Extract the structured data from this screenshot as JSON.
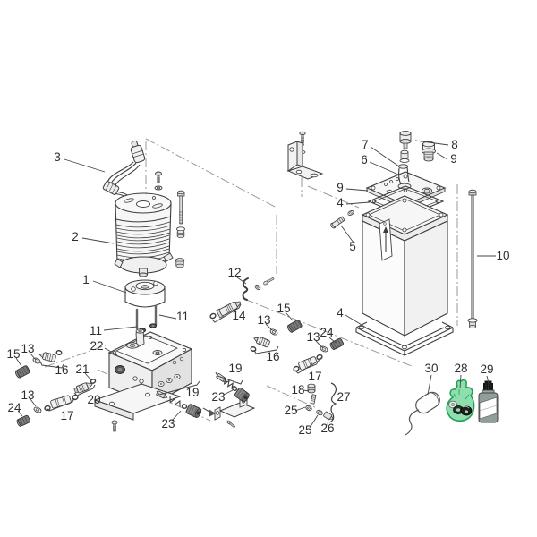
{
  "figure": {
    "kind": "exploded-parts-diagram"
  },
  "callouts": [
    "3",
    "2",
    "1",
    "11",
    "11",
    "22",
    "12",
    "14",
    "13",
    "15",
    "16",
    "15",
    "13",
    "16",
    "21",
    "20",
    "13",
    "24",
    "17",
    "19",
    "23",
    "19",
    "23",
    "13",
    "24",
    "17",
    "18",
    "27",
    "25",
    "25",
    "26",
    "4",
    "7",
    "8",
    "6",
    "9",
    "9",
    "4",
    "5",
    "10",
    "30",
    "28",
    "29"
  ],
  "part_numbers_visible": [
    1,
    2,
    3,
    4,
    5,
    6,
    7,
    8,
    9,
    10,
    11,
    12,
    13,
    14,
    15,
    16,
    17,
    18,
    19,
    20,
    21,
    22,
    23,
    24,
    25,
    26,
    27,
    28,
    29,
    30
  ],
  "colors": {
    "background": "#ffffff",
    "line": "#3d3d3d",
    "callout_text": "#2e2e2e",
    "construction_line": "#9a9a9a",
    "metal_dark": "#7a7a7a",
    "seal_kit_bag_fill": "#8fdfae",
    "seal_kit_bag_outline": "#1d9e57",
    "oil_bottle_body": "#8e9e98",
    "oil_bottle_cap": "#151515",
    "oil_bottle_label": "#ffffff"
  }
}
